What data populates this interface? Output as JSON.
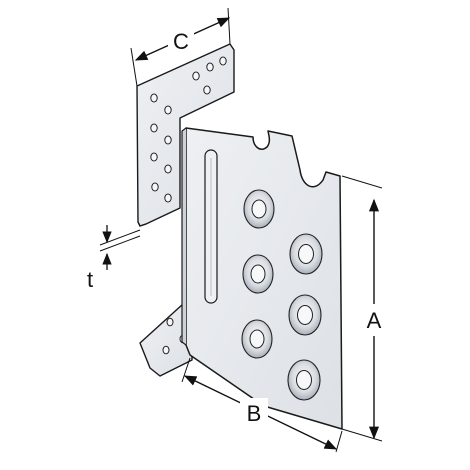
{
  "diagram": {
    "dimensions": {
      "a": "A",
      "b": "B",
      "c": "C",
      "t": "t"
    },
    "colors": {
      "plate_fill": "#e4e7ec",
      "plate_fill_dark": "#cdd2d9",
      "outline": "#1a1a1a",
      "hole_ring": "#b9bfc7",
      "hole_inner": "#f4f5f7"
    }
  }
}
